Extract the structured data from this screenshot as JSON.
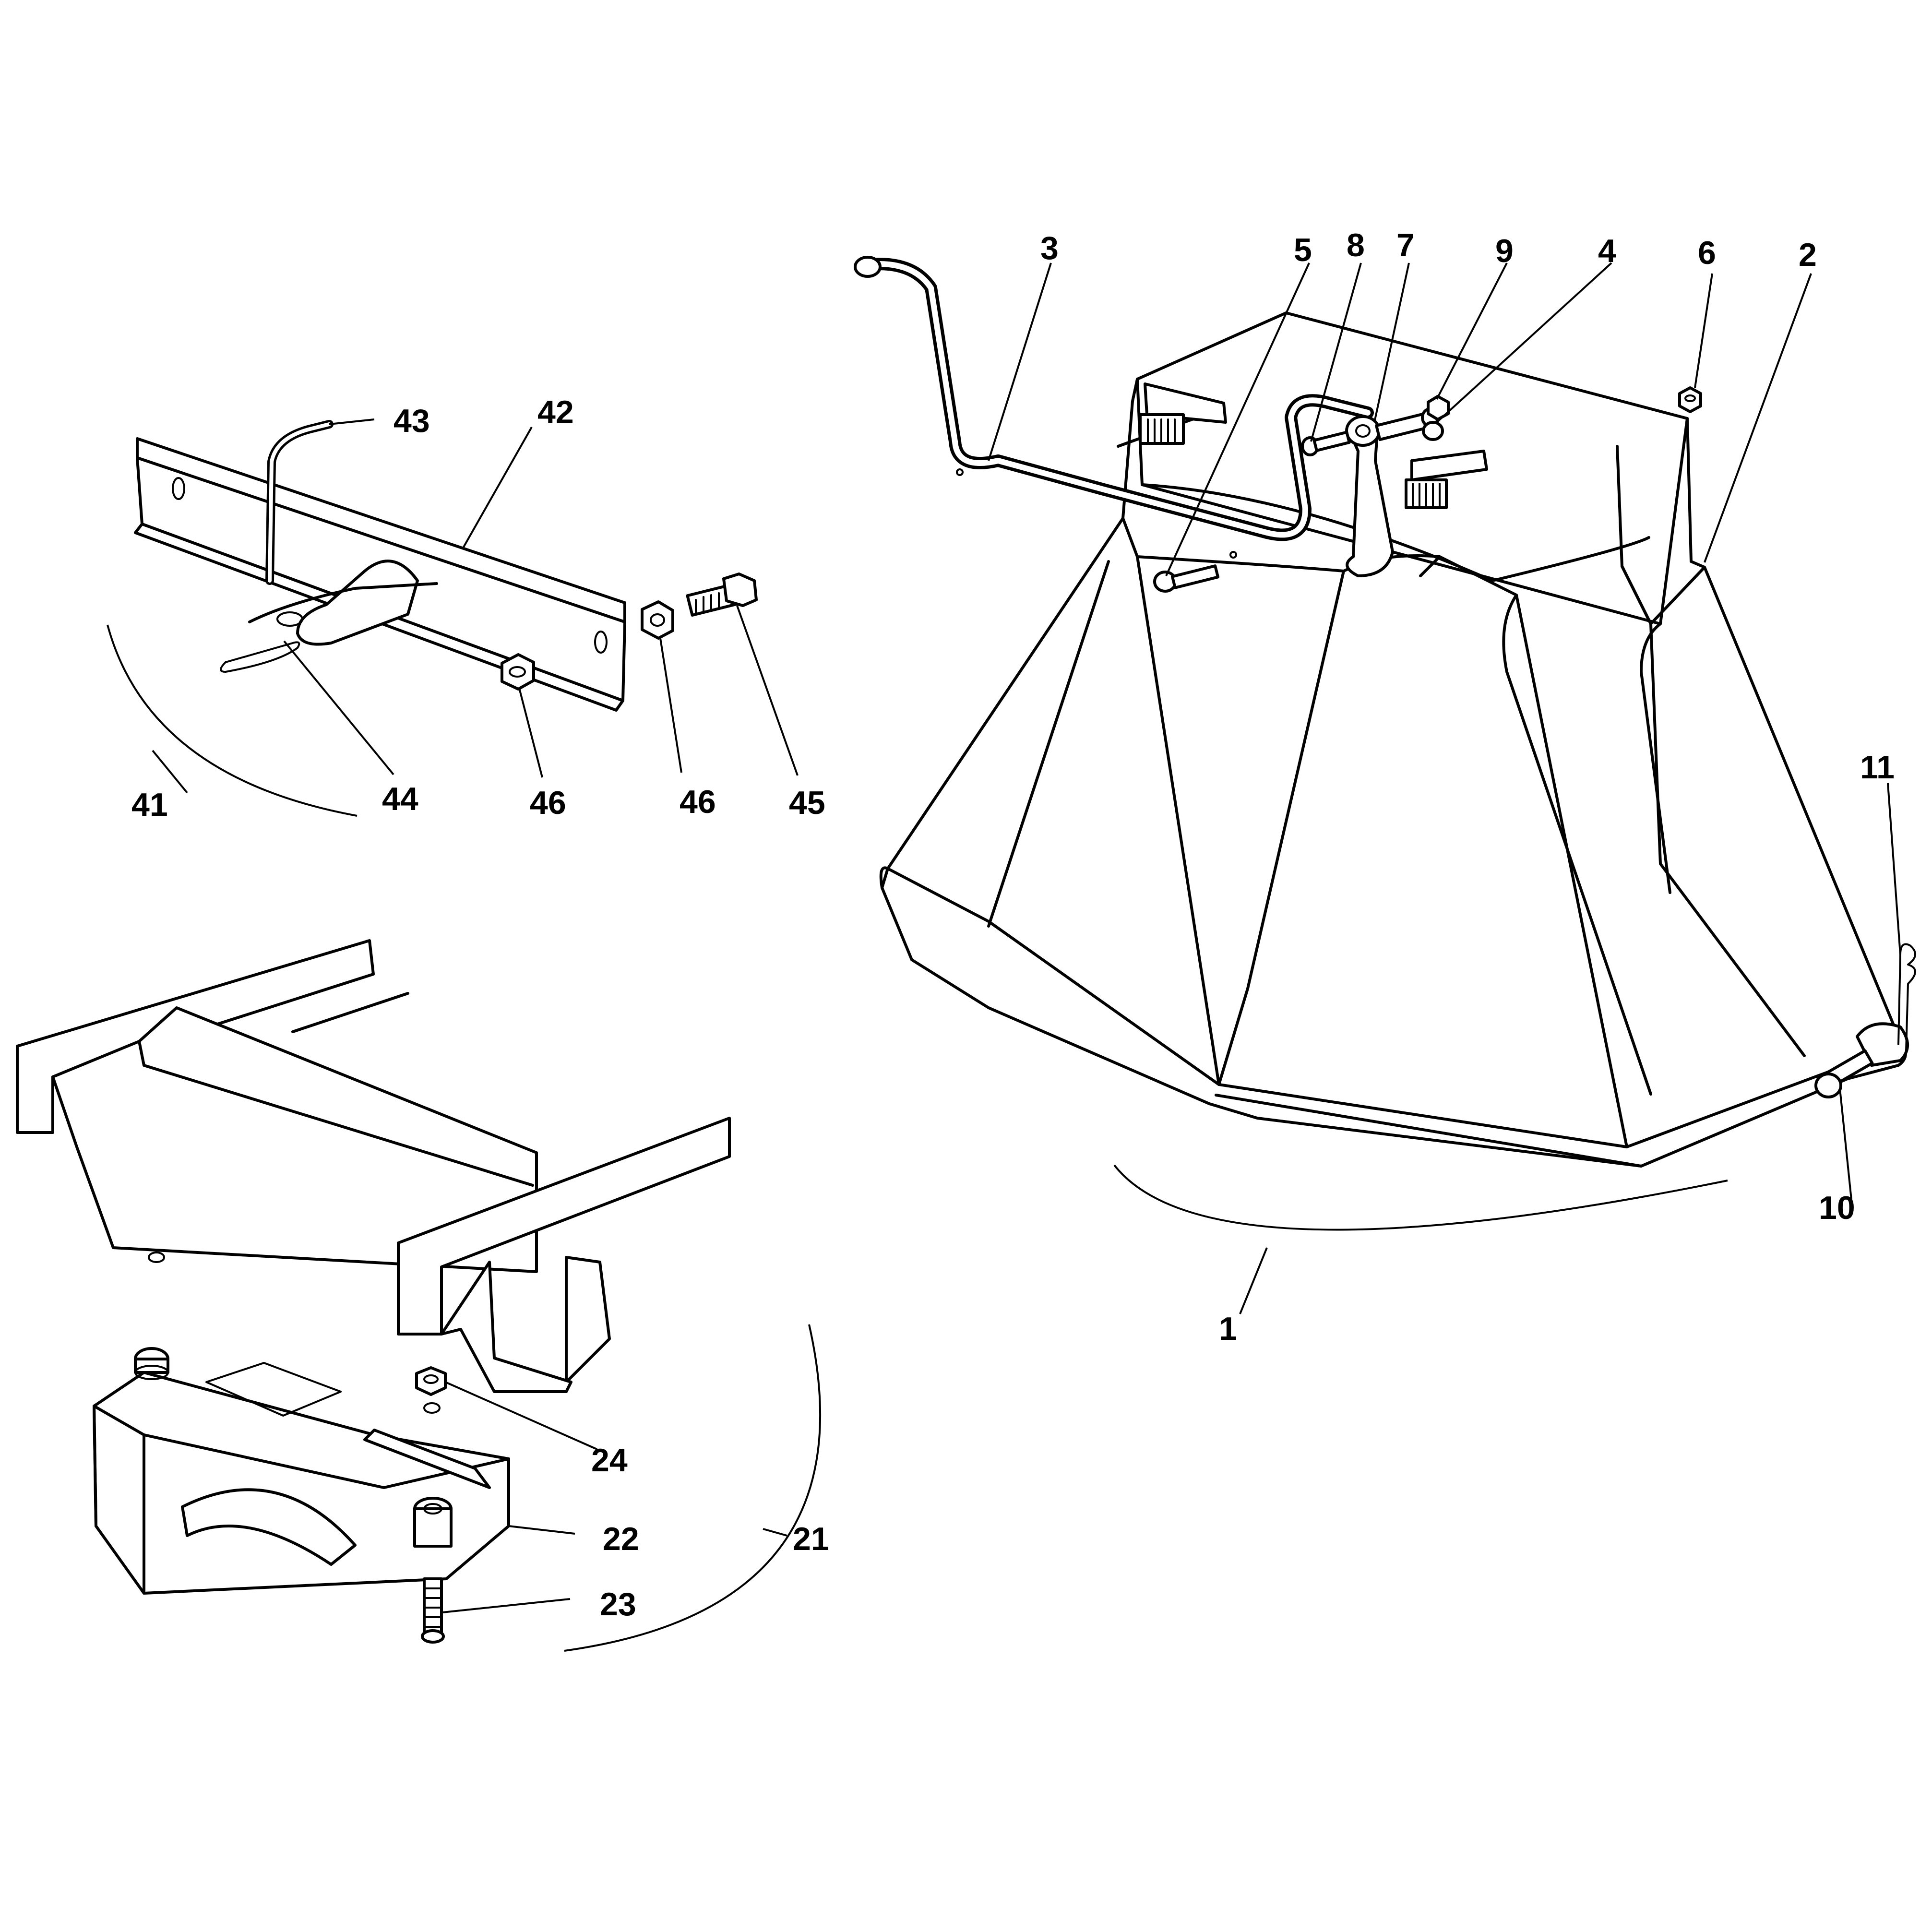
{
  "callouts": {
    "c1": "1",
    "c2": "2",
    "c3": "3",
    "c4": "4",
    "c5": "5",
    "c6": "6",
    "c7": "7",
    "c8": "8",
    "c9": "9",
    "c10": "10",
    "c11": "11",
    "c21": "21",
    "c22": "22",
    "c23": "23",
    "c24": "24",
    "c41": "41",
    "c42": "42",
    "c43": "43",
    "c44": "44",
    "c45": "45",
    "c46a": "46",
    "c46b": "46"
  },
  "colors": {
    "line": "#000000",
    "background": "#ffffff"
  }
}
